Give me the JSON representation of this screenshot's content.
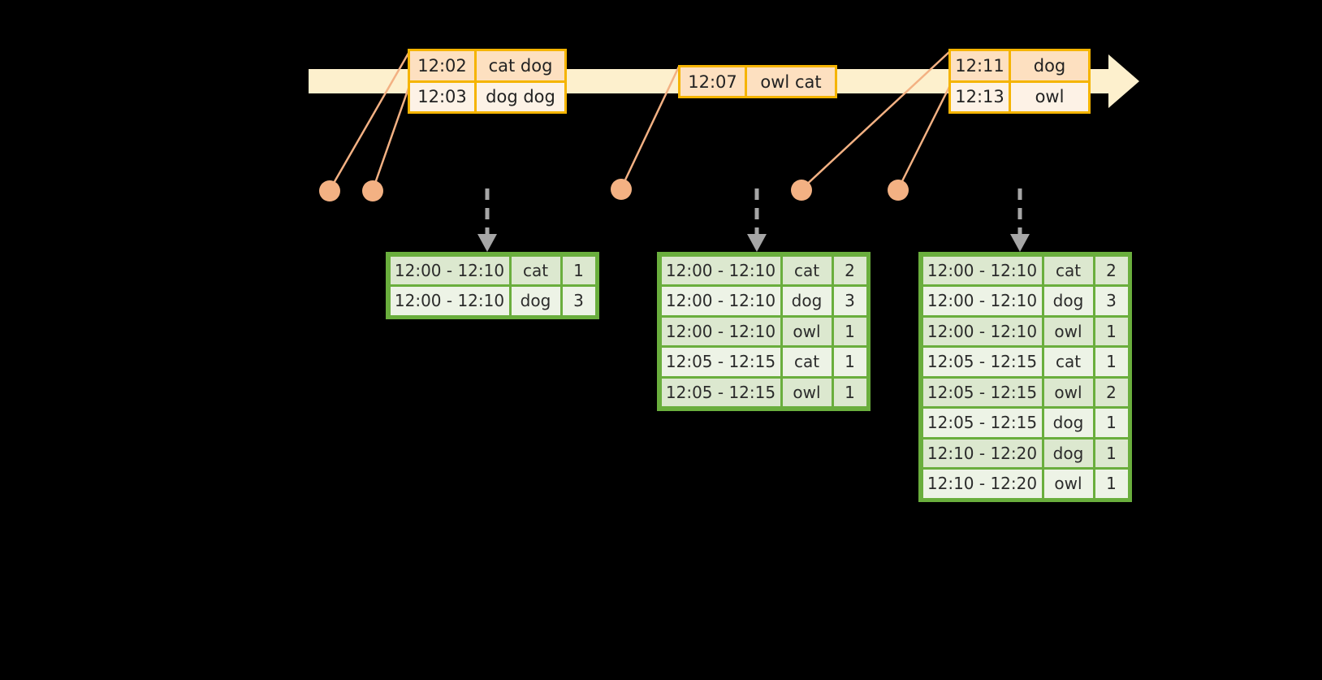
{
  "colors": {
    "timeline_fill": "#fdf0cd",
    "event_border": "#f5b400",
    "event_dark": "#fde0c0",
    "event_light": "#fdf2e6",
    "table_border": "#6aae3d",
    "row_dark": "#dce8cf",
    "row_light": "#edf3e6",
    "dot": "#f3b183",
    "connector": "#f3b183",
    "dashed_arrow": "#a6a6a6",
    "background": "#000000"
  },
  "timeline": {
    "name": "event-stream-timeline",
    "event_groups": [
      {
        "name": "group-1",
        "rows": [
          {
            "time": "12:02",
            "words": "cat dog"
          },
          {
            "time": "12:03",
            "words": "dog dog"
          }
        ]
      },
      {
        "name": "group-2",
        "rows": [
          {
            "time": "12:07",
            "words": "owl cat"
          }
        ]
      },
      {
        "name": "group-3",
        "rows": [
          {
            "time": "12:11",
            "words": "dog"
          },
          {
            "time": "12:13",
            "words": "owl"
          }
        ]
      }
    ]
  },
  "result_tables": [
    {
      "name": "result-table-1",
      "rows": [
        {
          "window": "12:00 - 12:10",
          "word": "cat",
          "count": "1"
        },
        {
          "window": "12:00 - 12:10",
          "word": "dog",
          "count": "3"
        }
      ]
    },
    {
      "name": "result-table-2",
      "rows": [
        {
          "window": "12:00 - 12:10",
          "word": "cat",
          "count": "2"
        },
        {
          "window": "12:00 - 12:10",
          "word": "dog",
          "count": "3"
        },
        {
          "window": "12:00 - 12:10",
          "word": "owl",
          "count": "1"
        },
        {
          "window": "12:05 - 12:15",
          "word": "cat",
          "count": "1"
        },
        {
          "window": "12:05 - 12:15",
          "word": "owl",
          "count": "1"
        }
      ]
    },
    {
      "name": "result-table-3",
      "rows": [
        {
          "window": "12:00 - 12:10",
          "word": "cat",
          "count": "2"
        },
        {
          "window": "12:00 - 12:10",
          "word": "dog",
          "count": "3"
        },
        {
          "window": "12:00 - 12:10",
          "word": "owl",
          "count": "1"
        },
        {
          "window": "12:05 - 12:15",
          "word": "cat",
          "count": "1"
        },
        {
          "window": "12:05 - 12:15",
          "word": "owl",
          "count": "2"
        },
        {
          "window": "12:05 - 12:15",
          "word": "dog",
          "count": "1"
        },
        {
          "window": "12:10 - 12:20",
          "word": "dog",
          "count": "1"
        },
        {
          "window": "12:10 - 12:20",
          "word": "owl",
          "count": "1"
        }
      ]
    }
  ]
}
